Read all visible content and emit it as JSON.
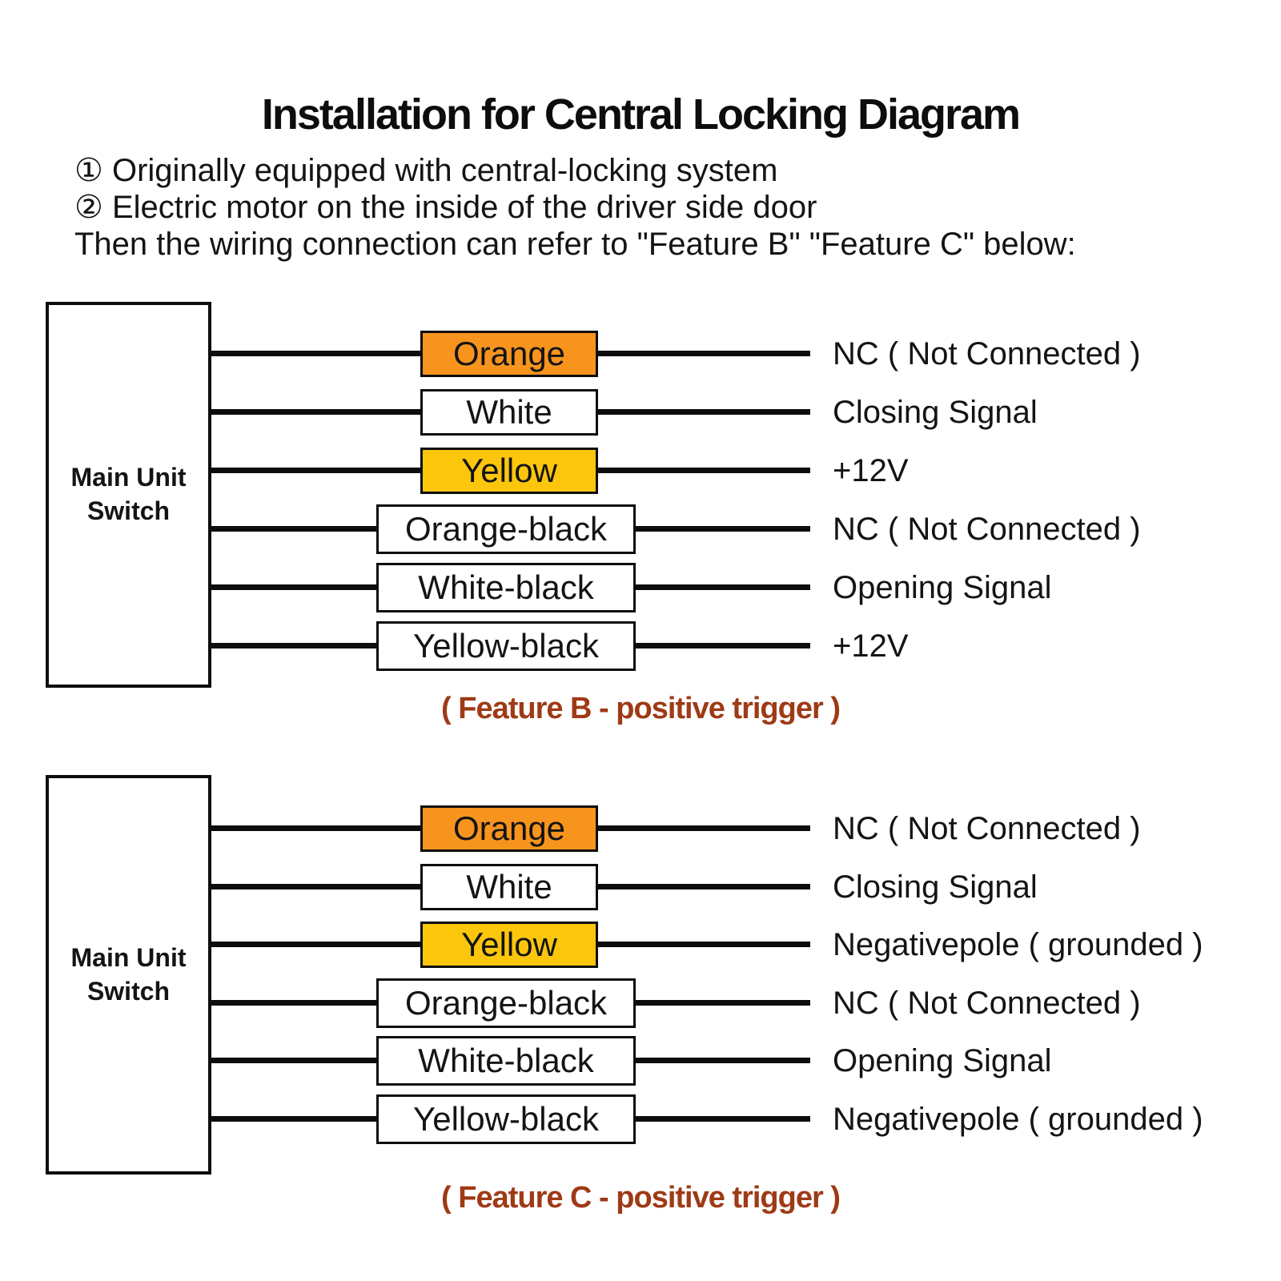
{
  "page": {
    "title": "Installation for Central Locking Diagram",
    "notes": [
      "① Originally equipped with central-locking system",
      "② Electric motor on the inside of the driver side door",
      "Then the wiring connection can refer to \"Feature B\" \"Feature C\" below:"
    ]
  },
  "colors": {
    "orange_box": "#F7941D",
    "yellow_box": "#FCC60D",
    "caption_text": "#9E3A16",
    "wire_black": "#0D0D0D"
  },
  "diagrams": [
    {
      "name": "Feature B",
      "switch_label": [
        "Main Unit",
        "Switch"
      ],
      "caption": "( Feature B - positive trigger )",
      "wires": [
        {
          "label": "Orange",
          "fill": "orange",
          "signal": "NC ( Not Connected )"
        },
        {
          "label": "White",
          "fill": "white",
          "signal": "Closing Signal"
        },
        {
          "label": "Yellow",
          "fill": "yellow",
          "signal": "+12V"
        },
        {
          "label": "Orange-black",
          "fill": "white",
          "signal": "NC ( Not Connected )"
        },
        {
          "label": "White-black",
          "fill": "white",
          "signal": "Opening Signal"
        },
        {
          "label": "Yellow-black",
          "fill": "white",
          "signal": "+12V"
        }
      ]
    },
    {
      "name": "Feature C",
      "switch_label": [
        "Main Unit",
        "Switch"
      ],
      "caption": "( Feature C - positive trigger )",
      "wires": [
        {
          "label": "Orange",
          "fill": "orange",
          "signal": "NC ( Not Connected )"
        },
        {
          "label": "White",
          "fill": "white",
          "signal": "Closing Signal"
        },
        {
          "label": "Yellow",
          "fill": "yellow",
          "signal": "Negativepole ( grounded )"
        },
        {
          "label": "Orange-black",
          "fill": "white",
          "signal": "NC ( Not Connected )"
        },
        {
          "label": "White-black",
          "fill": "white",
          "signal": "Opening Signal"
        },
        {
          "label": "Yellow-black",
          "fill": "white",
          "signal": "Negativepole ( grounded )"
        }
      ]
    }
  ]
}
